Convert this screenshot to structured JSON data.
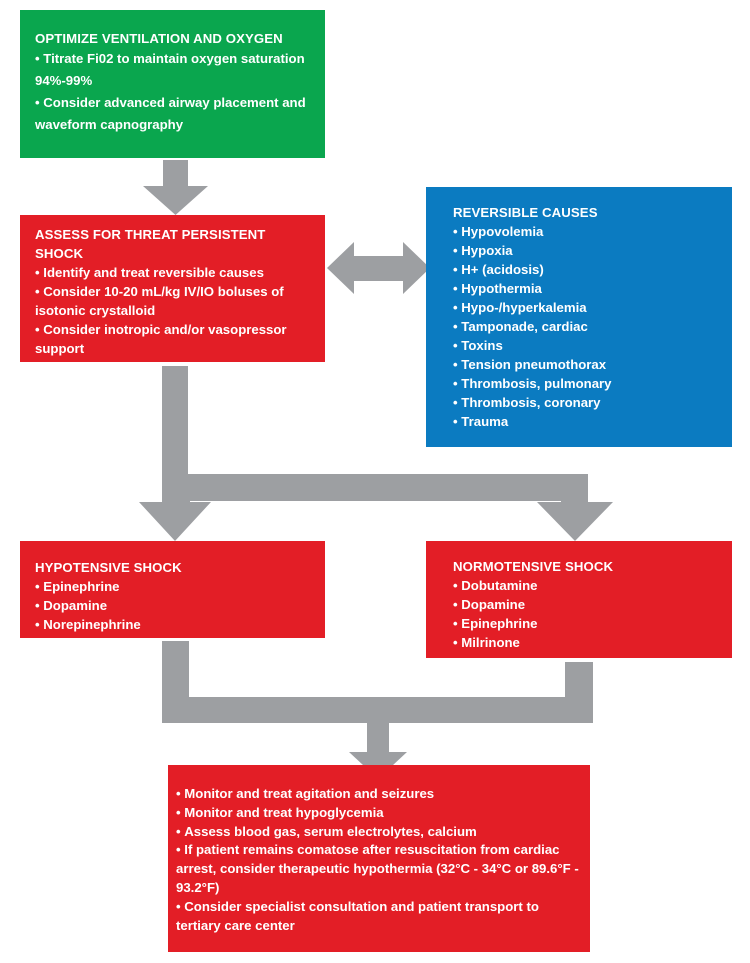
{
  "colors": {
    "green": "#0aa64e",
    "red": "#e31e26",
    "blue": "#0b7bc1",
    "arrow_gray": "#9d9fa2",
    "text": "#ffffff"
  },
  "boxes": {
    "optimize": {
      "title": "OPTIMIZE VENTILATION AND OXYGEN",
      "items": [
        "Titrate Fi02 to maintain oxygen saturation 94%-99%",
        "Consider advanced airway placement and waveform capnography"
      ]
    },
    "assess": {
      "title": "ASSESS FOR THREAT PERSISTENT SHOCK",
      "items": [
        "Identify and treat reversible causes",
        "Consider 10-20 mL/kg IV/IO boluses of isotonic crystalloid",
        "Consider inotropic and/or vasopressor support"
      ]
    },
    "reversible_causes": {
      "title": "REVERSIBLE CAUSES",
      "items": [
        "Hypovolemia",
        "Hypoxia",
        "H+ (acidosis)",
        "Hypothermia",
        "Hypo-/hyperkalemia",
        "Tamponade, cardiac",
        "Toxins",
        "Tension pneumothorax",
        "Thrombosis, pulmonary",
        "Thrombosis, coronary",
        "Trauma"
      ]
    },
    "hypotensive": {
      "title": "HYPOTENSIVE SHOCK",
      "items": [
        "Epinephrine",
        "Dopamine",
        "Norepinephrine"
      ]
    },
    "normotensive": {
      "title": "NORMOTENSIVE SHOCK",
      "items": [
        "Dobutamine",
        "Dopamine",
        "Epinephrine",
        "Milrinone"
      ]
    },
    "post_care": {
      "items": [
        "Monitor and treat agitation and seizures",
        "Monitor and treat hypoglycemia",
        "Assess blood gas, serum electrolytes, calcium",
        "If patient remains comatose after resuscitation from cardiac arrest, consider therapeutic hypothermia (32°C - 34°C or 89.6°F - 93.2°F)",
        "Consider specialist consultation and patient transport to tertiary care center"
      ]
    }
  },
  "arrows": [
    {
      "from": "optimize",
      "to": "assess",
      "type": "down-arrow"
    },
    {
      "from": "assess",
      "to": "reversible_causes",
      "type": "double-arrow"
    },
    {
      "from": "assess",
      "to": "hypotensive",
      "type": "split-arrow"
    },
    {
      "from": "assess",
      "to": "normotensive",
      "type": "split-arrow"
    },
    {
      "from": "hypotensive",
      "to": "post_care",
      "type": "merge-arrow"
    },
    {
      "from": "normotensive",
      "to": "post_care",
      "type": "merge-arrow"
    }
  ]
}
